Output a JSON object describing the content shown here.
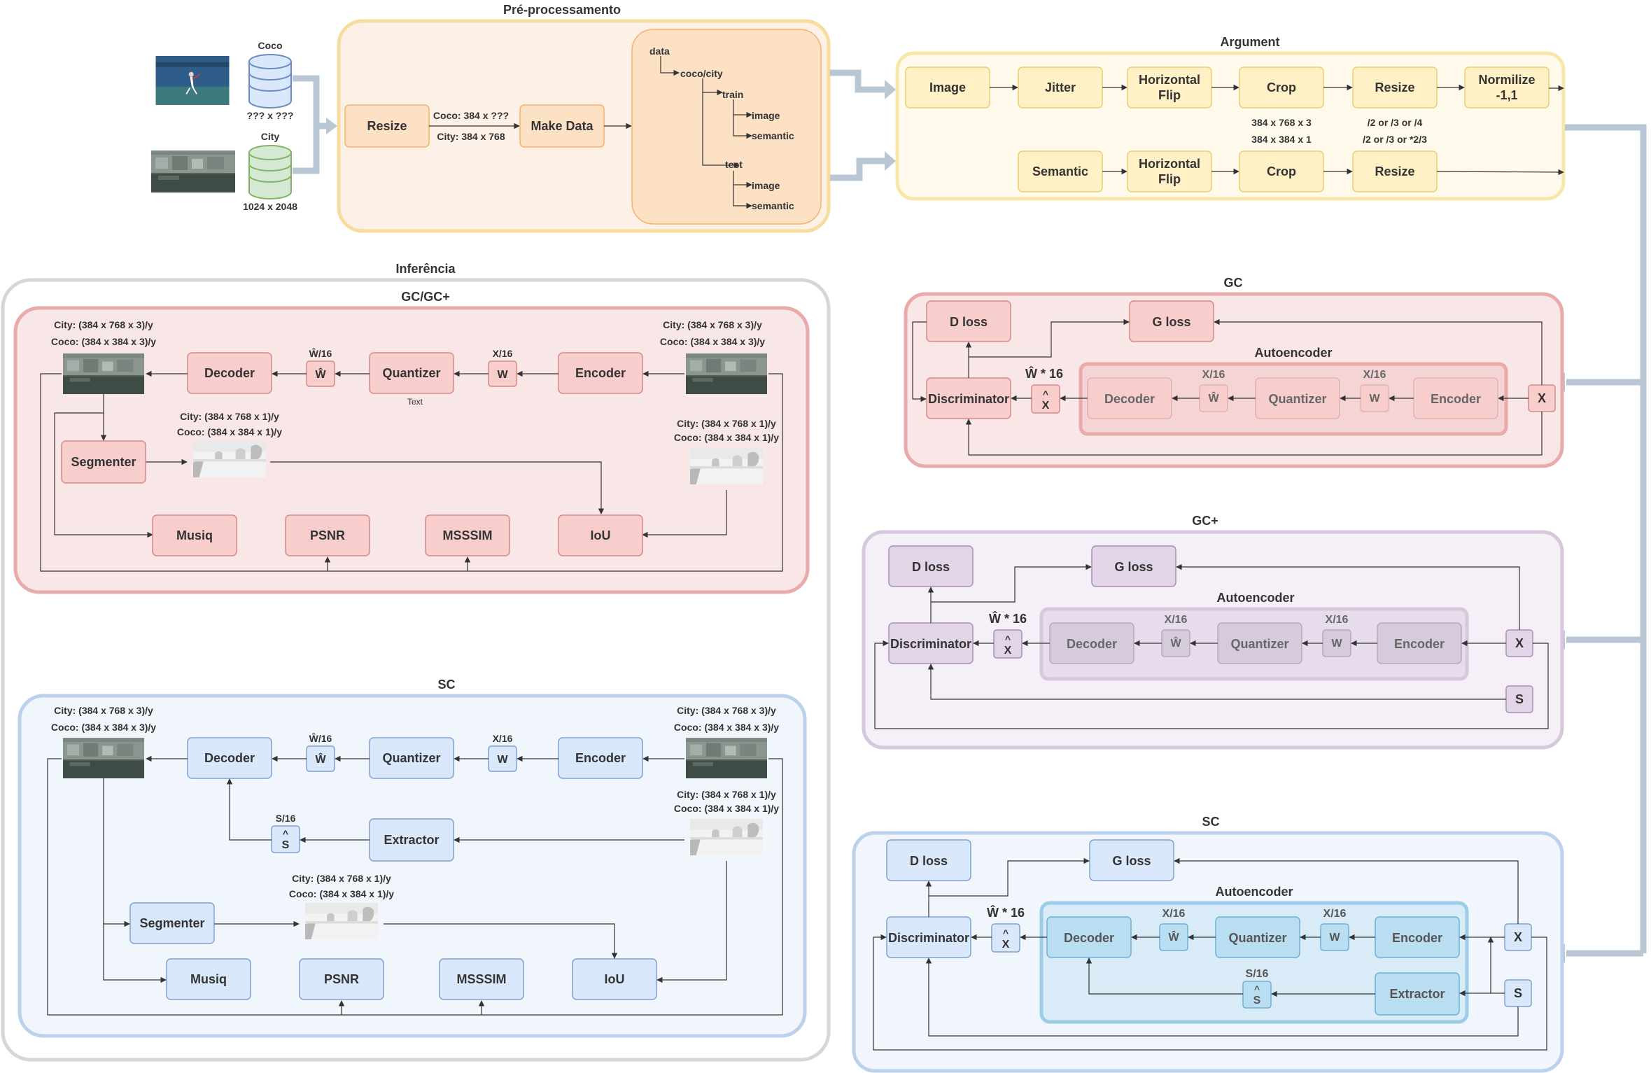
{
  "colors": {
    "pre_fill": "#fdf0e6",
    "pre_stroke": "#f7dca0",
    "orange_fill": "#fde1c5",
    "orange_stroke": "#f4b26a",
    "arg_fill": "#fffaec",
    "arg_stroke": "#f7e7a8",
    "yellow_fill": "#fff0c6",
    "yellow_stroke": "#e6d075",
    "pink_fill": "#f9e6e6",
    "pink_stroke": "#e8aaaa",
    "pink_box": "#f8cecc",
    "pink_box_stroke": "#d58a88",
    "purple_fill": "#f5eff7",
    "purple_stroke": "#d6c7dd",
    "purple_box": "#e1d5e7",
    "purple_box_stroke": "#a890b5",
    "blue_fill": "#f1f6fd",
    "blue_stroke": "#bcd1ec",
    "blue_box": "#dae8fc",
    "blue_box_stroke": "#7fa1cf",
    "sc_auto_fill": "#d8ebf7",
    "sc_auto_box": "#b9def2",
    "sc_auto_stroke": "#6fb0d8",
    "grey_stroke": "#d6d6d6",
    "arrow": "#333333",
    "flow_arrow": "#b8c7d3"
  },
  "icons": {
    "coco_db": "database-cylinder-icon",
    "city_db": "database-cylinder-icon",
    "city_photo": "city-street-photo-thumbnail",
    "coco_photo": "tennis-player-photo-thumbnail",
    "semantic_map": "semantic-segmentation-map-thumbnail"
  },
  "pre": {
    "title": "Pré-processamento",
    "coco_label": "Coco",
    "coco_size": "??? x ???",
    "city_label": "City",
    "city_size": "1024 x 2048",
    "resize": "Resize",
    "coco_dim": "Coco: 384 x ???",
    "city_dim": "City: 384 x 768",
    "make_data": "Make Data",
    "tree": {
      "data": "data",
      "coco_city": "coco/city",
      "train": "train",
      "image1": "image",
      "semantic1": "semantic",
      "test": "test",
      "image2": "image",
      "semantic2": "semantic"
    }
  },
  "arg": {
    "title": "Argument",
    "image": "Image",
    "jitter": "Jitter",
    "hflip1": [
      "Horizontal",
      "Flip"
    ],
    "crop1": "Crop",
    "resize1": "Resize",
    "normalize": [
      "Normilize",
      "-1,1"
    ],
    "crop_dims": [
      "384 x 768 x 3",
      "384 x 384 x 1"
    ],
    "resize_dims": [
      "/2 or /3 or /4",
      "/2 or /3 or *2/3"
    ],
    "semantic": "Semantic",
    "hflip2": [
      "Horizontal",
      "Flip"
    ],
    "crop2": "Crop",
    "resize2": "Resize"
  },
  "inf": {
    "title": "Inferência",
    "gc": {
      "title": "GC/GC+",
      "out_dims": [
        "City: (384 x 768 x 3)/y",
        "Coco: (384 x 384 x 3)/y"
      ],
      "in_dims": [
        "City: (384 x 768 x 3)/y",
        "Coco: (384 x 384 x 3)/y"
      ],
      "decoder": "Decoder",
      "w_hat_ratio": "Ŵ/16",
      "w_hat": "Ŵ",
      "quantizer": "Quantizer",
      "quantizer_note": "Text",
      "x16": "X/16",
      "w": "W",
      "encoder": "Encoder",
      "seg_dims": [
        "City: (384 x 768 x 1)/y",
        "Coco: (384 x 384 x 1)/y"
      ],
      "seg_in_dims": [
        "City: (384 x 768 x 1)/y",
        "Coco: (384 x 384 x 1)/y"
      ],
      "segmenter": "Segmenter",
      "musiq": "Musiq",
      "psnr": "PSNR",
      "msssim": "MSSSIM",
      "iou": "IoU"
    },
    "sc": {
      "title": "SC",
      "out_dims": [
        "City: (384 x 768 x 3)/y",
        "Coco: (384 x 384 x 3)/y"
      ],
      "in_dims": [
        "City: (384 x 768 x 3)/y",
        "Coco: (384 x 384 x 3)/y"
      ],
      "sem_in_dims": [
        "City: (384 x 768 x 1)/y",
        "Coco: (384 x 384 x 1)/y"
      ],
      "seg_dims": [
        "City: (384 x 768 x 1)/y",
        "Coco: (384 x 384 x 1)/y"
      ],
      "decoder": "Decoder",
      "w_hat_ratio": "Ŵ/16",
      "w_hat": "Ŵ",
      "quantizer": "Quantizer",
      "x16": "X/16",
      "w": "W",
      "encoder": "Encoder",
      "s16": "S/16",
      "s_hat": "S",
      "s_hat_mark": "^",
      "extractor": "Extractor",
      "segmenter": "Segmenter",
      "musiq": "Musiq",
      "psnr": "PSNR",
      "msssim": "MSSSIM",
      "iou": "IoU"
    }
  },
  "train": {
    "gc": {
      "title": "GC",
      "d_loss": "D loss",
      "g_loss": "G loss",
      "autoencoder": "Autoencoder",
      "discriminator": "Discriminator",
      "w16": "Ŵ * 16",
      "x_hat": "X",
      "x_hat_mark": "^",
      "decoder": "Decoder",
      "x16a": "X/16",
      "w_hat": "Ŵ",
      "quantizer": "Quantizer",
      "x16b": "X/16",
      "w": "W",
      "encoder": "Encoder",
      "x": "X"
    },
    "gcp": {
      "title": "GC+",
      "d_loss": "D loss",
      "g_loss": "G loss",
      "autoencoder": "Autoencoder",
      "discriminator": "Discriminator",
      "w16": "Ŵ * 16",
      "x_hat": "X",
      "x_hat_mark": "^",
      "decoder": "Decoder",
      "x16a": "X/16",
      "w_hat": "Ŵ",
      "quantizer": "Quantizer",
      "x16b": "X/16",
      "w": "W",
      "encoder": "Encoder",
      "x": "X",
      "s": "S"
    },
    "sc": {
      "title": "SC",
      "d_loss": "D loss",
      "g_loss": "G loss",
      "autoencoder": "Autoencoder",
      "discriminator": "Discriminator",
      "w16": "Ŵ * 16",
      "x_hat": "X",
      "x_hat_mark": "^",
      "decoder": "Decoder",
      "x16a": "X/16",
      "w_hat": "Ŵ",
      "quantizer": "Quantizer",
      "x16b": "X/16",
      "w": "W",
      "encoder": "Encoder",
      "x": "X",
      "s16": "S/16",
      "s_hat": "S",
      "s_hat_mark": "^",
      "extractor": "Extractor",
      "s": "S"
    }
  }
}
